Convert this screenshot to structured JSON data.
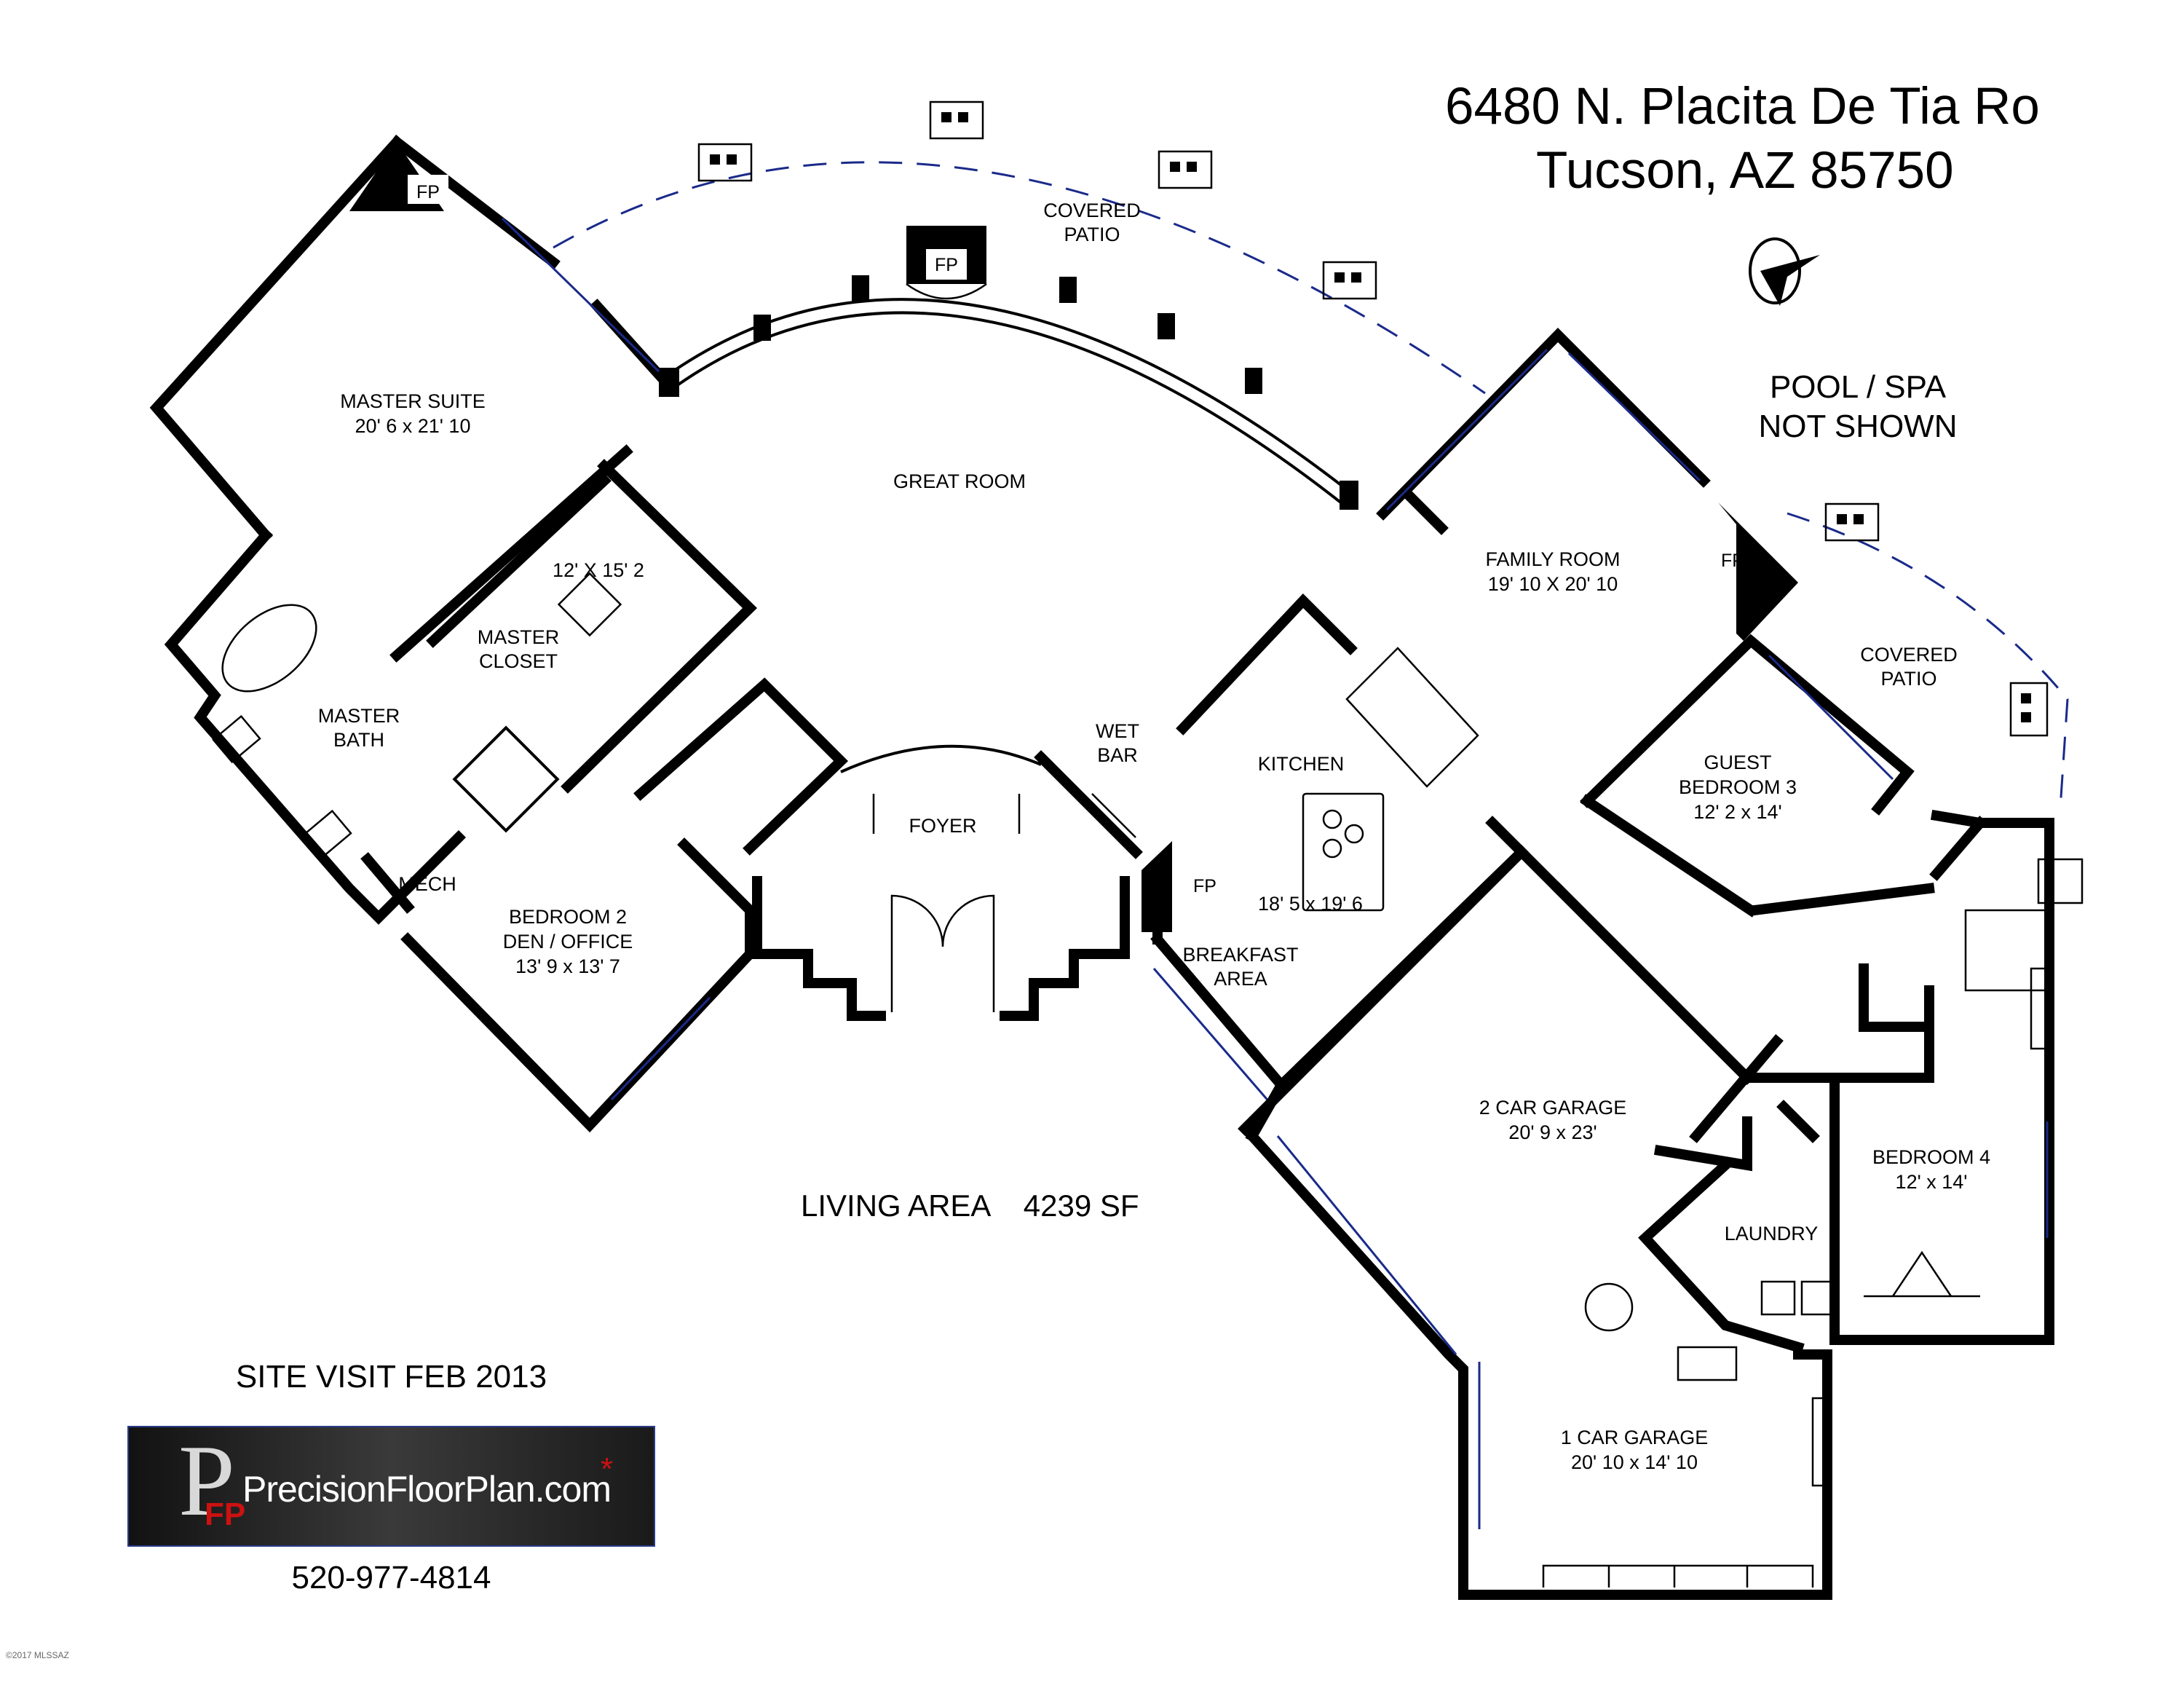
{
  "address": {
    "line1": "6480 N. Placita De Tia Ro",
    "line2": "Tucson, AZ  85750"
  },
  "notes": {
    "pool": [
      "POOL / SPA",
      "NOT SHOWN"
    ],
    "living_area": "LIVING AREA    4239 SF",
    "site_visit": "SITE VISIT FEB 2013",
    "phone": "520-977-4814",
    "copyright": "©2017 MLSSAZ"
  },
  "logo": {
    "letter": "P",
    "mark": "FP",
    "text": "PrecisionFloorPlan.com",
    "star": "*"
  },
  "fireplace_label": "FP",
  "rooms": {
    "master_suite": {
      "name": "MASTER SUITE",
      "dims": "20' 6 x 21' 10"
    },
    "master_closet": {
      "name": [
        "MASTER",
        "CLOSET"
      ],
      "dims": "12' X 15' 2"
    },
    "master_bath": {
      "name": [
        "MASTER",
        "BATH"
      ]
    },
    "mech": {
      "name": "MECH"
    },
    "bedroom2": {
      "name": [
        "BEDROOM 2",
        "DEN / OFFICE"
      ],
      "dims": "13' 9 x 13' 7"
    },
    "foyer": {
      "name": "FOYER"
    },
    "great_room": {
      "name": "GREAT ROOM"
    },
    "covered_patio_north": {
      "name": [
        "COVERED",
        "PATIO"
      ]
    },
    "wet_bar": {
      "name": [
        "WET",
        "BAR"
      ]
    },
    "kitchen": {
      "name": "KITCHEN",
      "dims": "18' 5 x 19' 6"
    },
    "breakfast": {
      "name": [
        "BREAKFAST",
        "AREA"
      ]
    },
    "family_room": {
      "name": "FAMILY ROOM",
      "dims": "19' 10 X 20' 10"
    },
    "covered_patio_east": {
      "name": [
        "COVERED",
        "PATIO"
      ]
    },
    "guest_bedroom3": {
      "name": [
        "GUEST",
        "BEDROOM 3"
      ],
      "dims": "12' 2 x 14'"
    },
    "garage2": {
      "name": "2 CAR GARAGE",
      "dims": "20' 9 x 23'"
    },
    "laundry": {
      "name": "LAUNDRY"
    },
    "bedroom4": {
      "name": "BEDROOM 4",
      "dims": "12' x 14'"
    },
    "garage1": {
      "name": "1 CAR GARAGE",
      "dims": "20' 10 x 14' 10"
    }
  }
}
